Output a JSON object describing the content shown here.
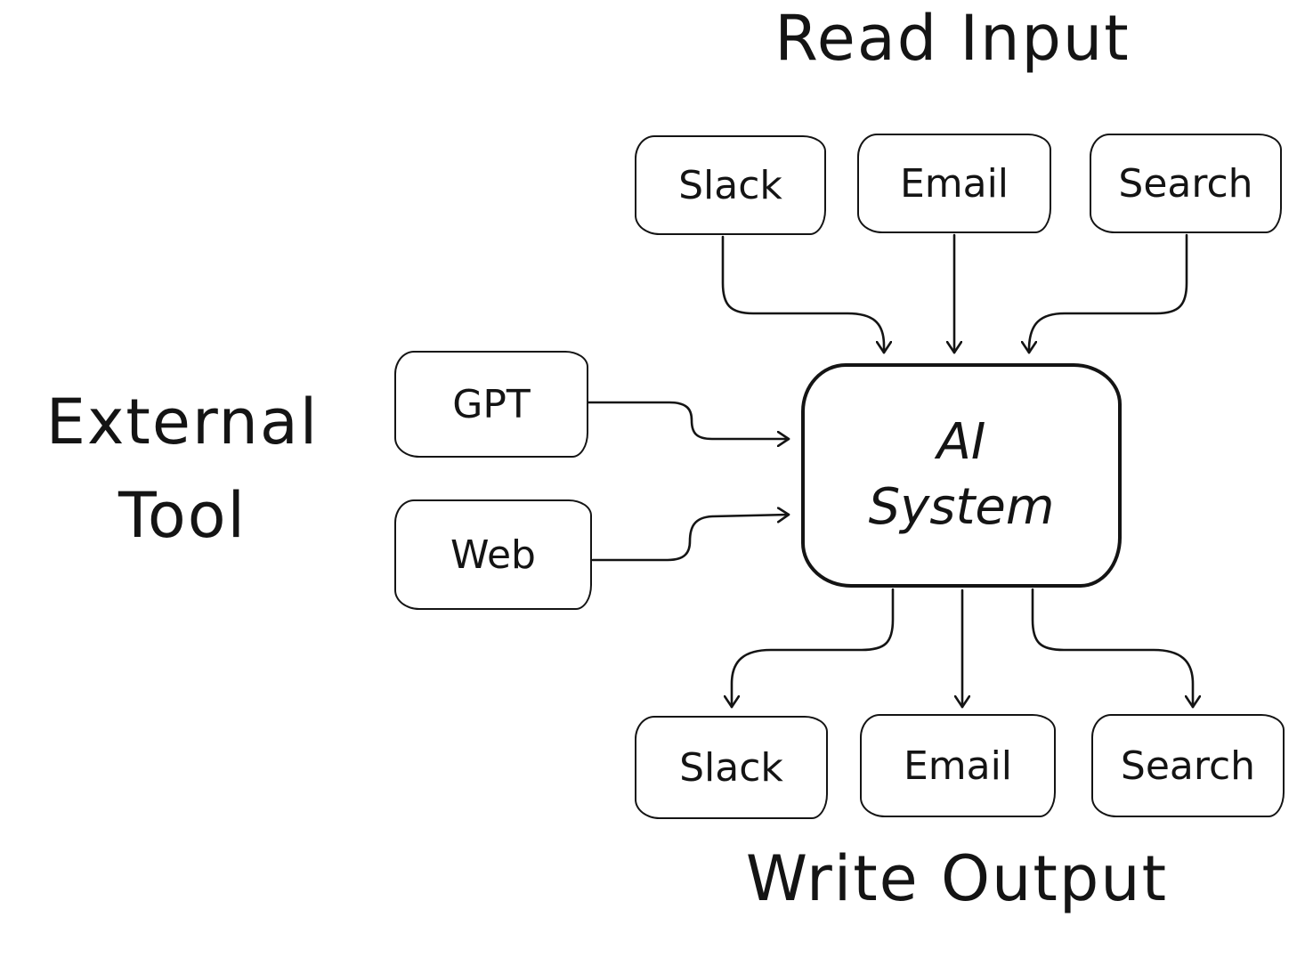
{
  "diagram": {
    "titles": {
      "read_input": "Read Input",
      "external_tool_line1": "External",
      "external_tool_line2": "Tool",
      "write_output": "Write Output"
    },
    "input_nodes": [
      {
        "label": "Slack"
      },
      {
        "label": "Email"
      },
      {
        "label": "Search"
      }
    ],
    "external_nodes": [
      {
        "label": "GPT"
      },
      {
        "label": "Web"
      }
    ],
    "center_node": {
      "label_line1": "AI",
      "label_line2": "System"
    },
    "output_nodes": [
      {
        "label": "Slack"
      },
      {
        "label": "Email"
      },
      {
        "label": "Search"
      }
    ],
    "colors": {
      "stroke": "#141414",
      "background": "#ffffff"
    }
  }
}
